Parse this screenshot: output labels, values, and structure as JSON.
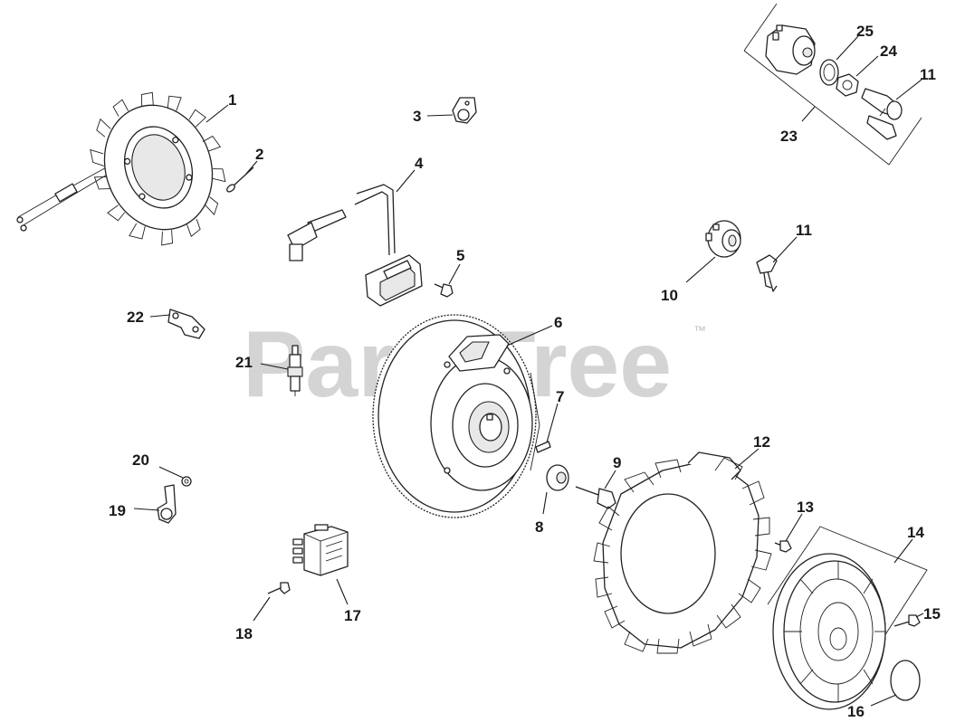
{
  "watermark": {
    "text": "PartsTree",
    "trademark": "™"
  },
  "callouts": [
    "1",
    "2",
    "3",
    "4",
    "5",
    "6",
    "7",
    "8",
    "9",
    "10",
    "11",
    "11",
    "12",
    "13",
    "14",
    "15",
    "16",
    "17",
    "18",
    "19",
    "20",
    "21",
    "22",
    "23",
    "24",
    "25"
  ]
}
